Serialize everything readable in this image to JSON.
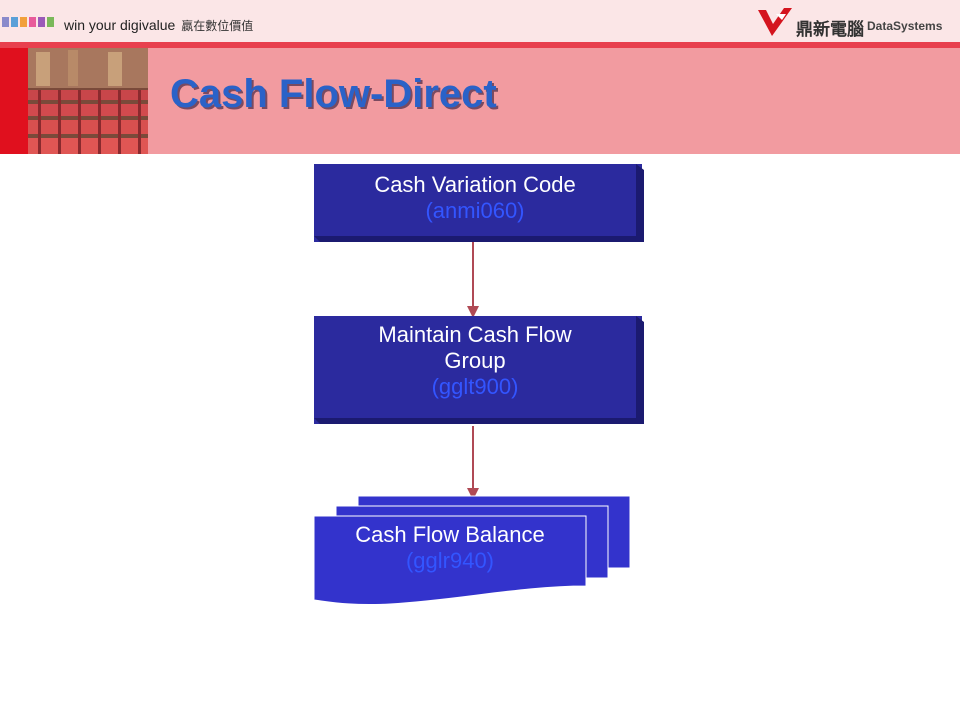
{
  "header": {
    "slogan": "win your digivalue",
    "slogan_cn": "贏在數位價值",
    "brand_cn": "鼎新電腦",
    "brand_en": "DataSystems"
  },
  "page": {
    "title": "Cash Flow-Direct"
  },
  "diagram": {
    "nodes": [
      {
        "label": "Cash Variation Code",
        "code": "(anmi060)"
      },
      {
        "label": "Maintain Cash Flow Group",
        "code": "(gglt900)"
      },
      {
        "label": "Cash Flow Balance",
        "code": "(gglr940)"
      }
    ]
  },
  "colors": {
    "process_fill": "#2b2a9e",
    "process_dark": "#1b1a70",
    "document_fill": "#3333cc",
    "connector": "#b04a55",
    "code_text": "#3355ff",
    "title": "#2a62c8",
    "banner": "#f29ba0",
    "header_line": "#e8404e"
  }
}
